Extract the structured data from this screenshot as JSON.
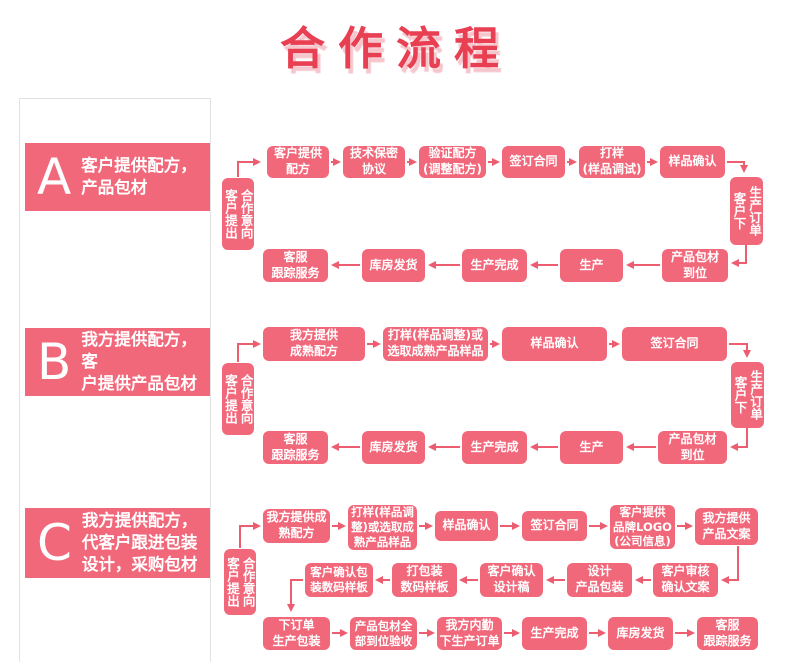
{
  "title": "合作流程",
  "colors": {
    "accent": "#f2687b",
    "arrow": "#ec5d70",
    "title": "#e83f52",
    "title_shadow": "#f6c6cd",
    "line": "#e2e2e2"
  },
  "sections": {
    "a": {
      "letter": "A",
      "heading": "客户提供配方，\n产品包材",
      "start_box": "客户提出\n合作意向",
      "order_box": "客户下\n生产订单",
      "flow_top": [
        "客户提供\n配方",
        "技术保密\n协议",
        "验证配方\n(调整配方)",
        "签订合同",
        "打样\n(样品调试)",
        "样品确认"
      ],
      "flow_bottom": [
        "产品包材\n到位",
        "生产",
        "生产完成",
        "库房发货",
        "客服\n跟踪服务"
      ]
    },
    "b": {
      "letter": "B",
      "heading": "我方提供配方，客\n户提供产品包材",
      "start_box": "客户提出\n合作意向",
      "order_box": "客户下\n生产订单",
      "flow_top": [
        "我方提供\n成熟配方",
        "打样(样品调整)或\n选取成熟产品样品",
        "样品确认",
        "签订合同"
      ],
      "flow_bottom": [
        "产品包材\n到位",
        "生产",
        "生产完成",
        "库房发货",
        "客服\n跟踪服务"
      ]
    },
    "c": {
      "letter": "C",
      "heading": "我方提供配方，\n代客户跟进包装\n设计，采购包材",
      "start_box": "客户提出\n合作意向",
      "row1": [
        "我方提供成\n熟配方",
        "打样(样品调\n整)或选取成\n熟产品样品",
        "样品确认",
        "签订合同",
        "客户提供\n品牌LOGO\n(公司信息)",
        "我方提供\n产品文案"
      ],
      "row2": [
        "客户审核\n确认文案",
        "设计\n产品包装",
        "客户确认\n设计稿",
        "打包装\n数码样板",
        "客户确认包\n装数码样板"
      ],
      "row3": [
        "下订单\n生产包装",
        "产品包材全\n部到位验收",
        "我方内勤\n下生产订单",
        "生产完成",
        "库房发货",
        "客服\n跟踪服务"
      ]
    }
  }
}
